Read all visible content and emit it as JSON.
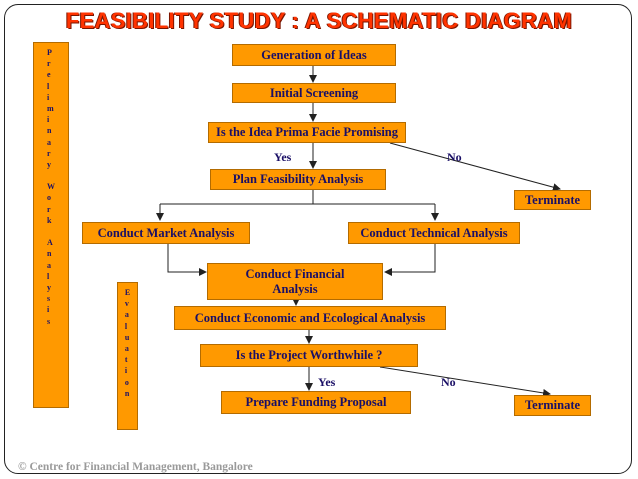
{
  "title": "FEASIBILITY STUDY : A SCHEMATIC DIAGRAM",
  "side_labels": {
    "preliminary": [
      "P",
      "r",
      "e",
      "l",
      "i",
      "m",
      "i",
      "n",
      "a",
      "r",
      "y",
      "",
      "W",
      "o",
      "r",
      "k",
      "",
      "A",
      "n",
      "a",
      "l",
      "y",
      "s",
      "i",
      "s"
    ],
    "evaluation": [
      "E",
      "v",
      "a",
      "l",
      "u",
      "a",
      "t",
      "i",
      "o",
      "n"
    ]
  },
  "nodes": {
    "generation": "Generation of Ideas",
    "screening": "Initial Screening",
    "prima_facie": "Is the Idea Prima Facie Promising",
    "plan": "Plan  Feasibility Analysis",
    "terminate_1": "Terminate",
    "market": "Conduct Market Analysis",
    "technical": "Conduct Technical Analysis",
    "financial": "Conduct Financial Analysis",
    "economic": "Conduct Economic and Ecological  Analysis",
    "worthwhile": "Is the Project Worthwhile ?",
    "funding": "Prepare Funding Proposal",
    "terminate_2": "Terminate"
  },
  "edge_labels": {
    "yes_1": "Yes",
    "no_1": "No",
    "yes_2": "Yes",
    "no_2": "No"
  },
  "footer": "© Centre for Financial Management, Bangalore",
  "colors": {
    "box_fill": "#ff9900",
    "box_text": "#1a0f66",
    "title": "#ff3300",
    "footer": "#9a9a9a"
  }
}
